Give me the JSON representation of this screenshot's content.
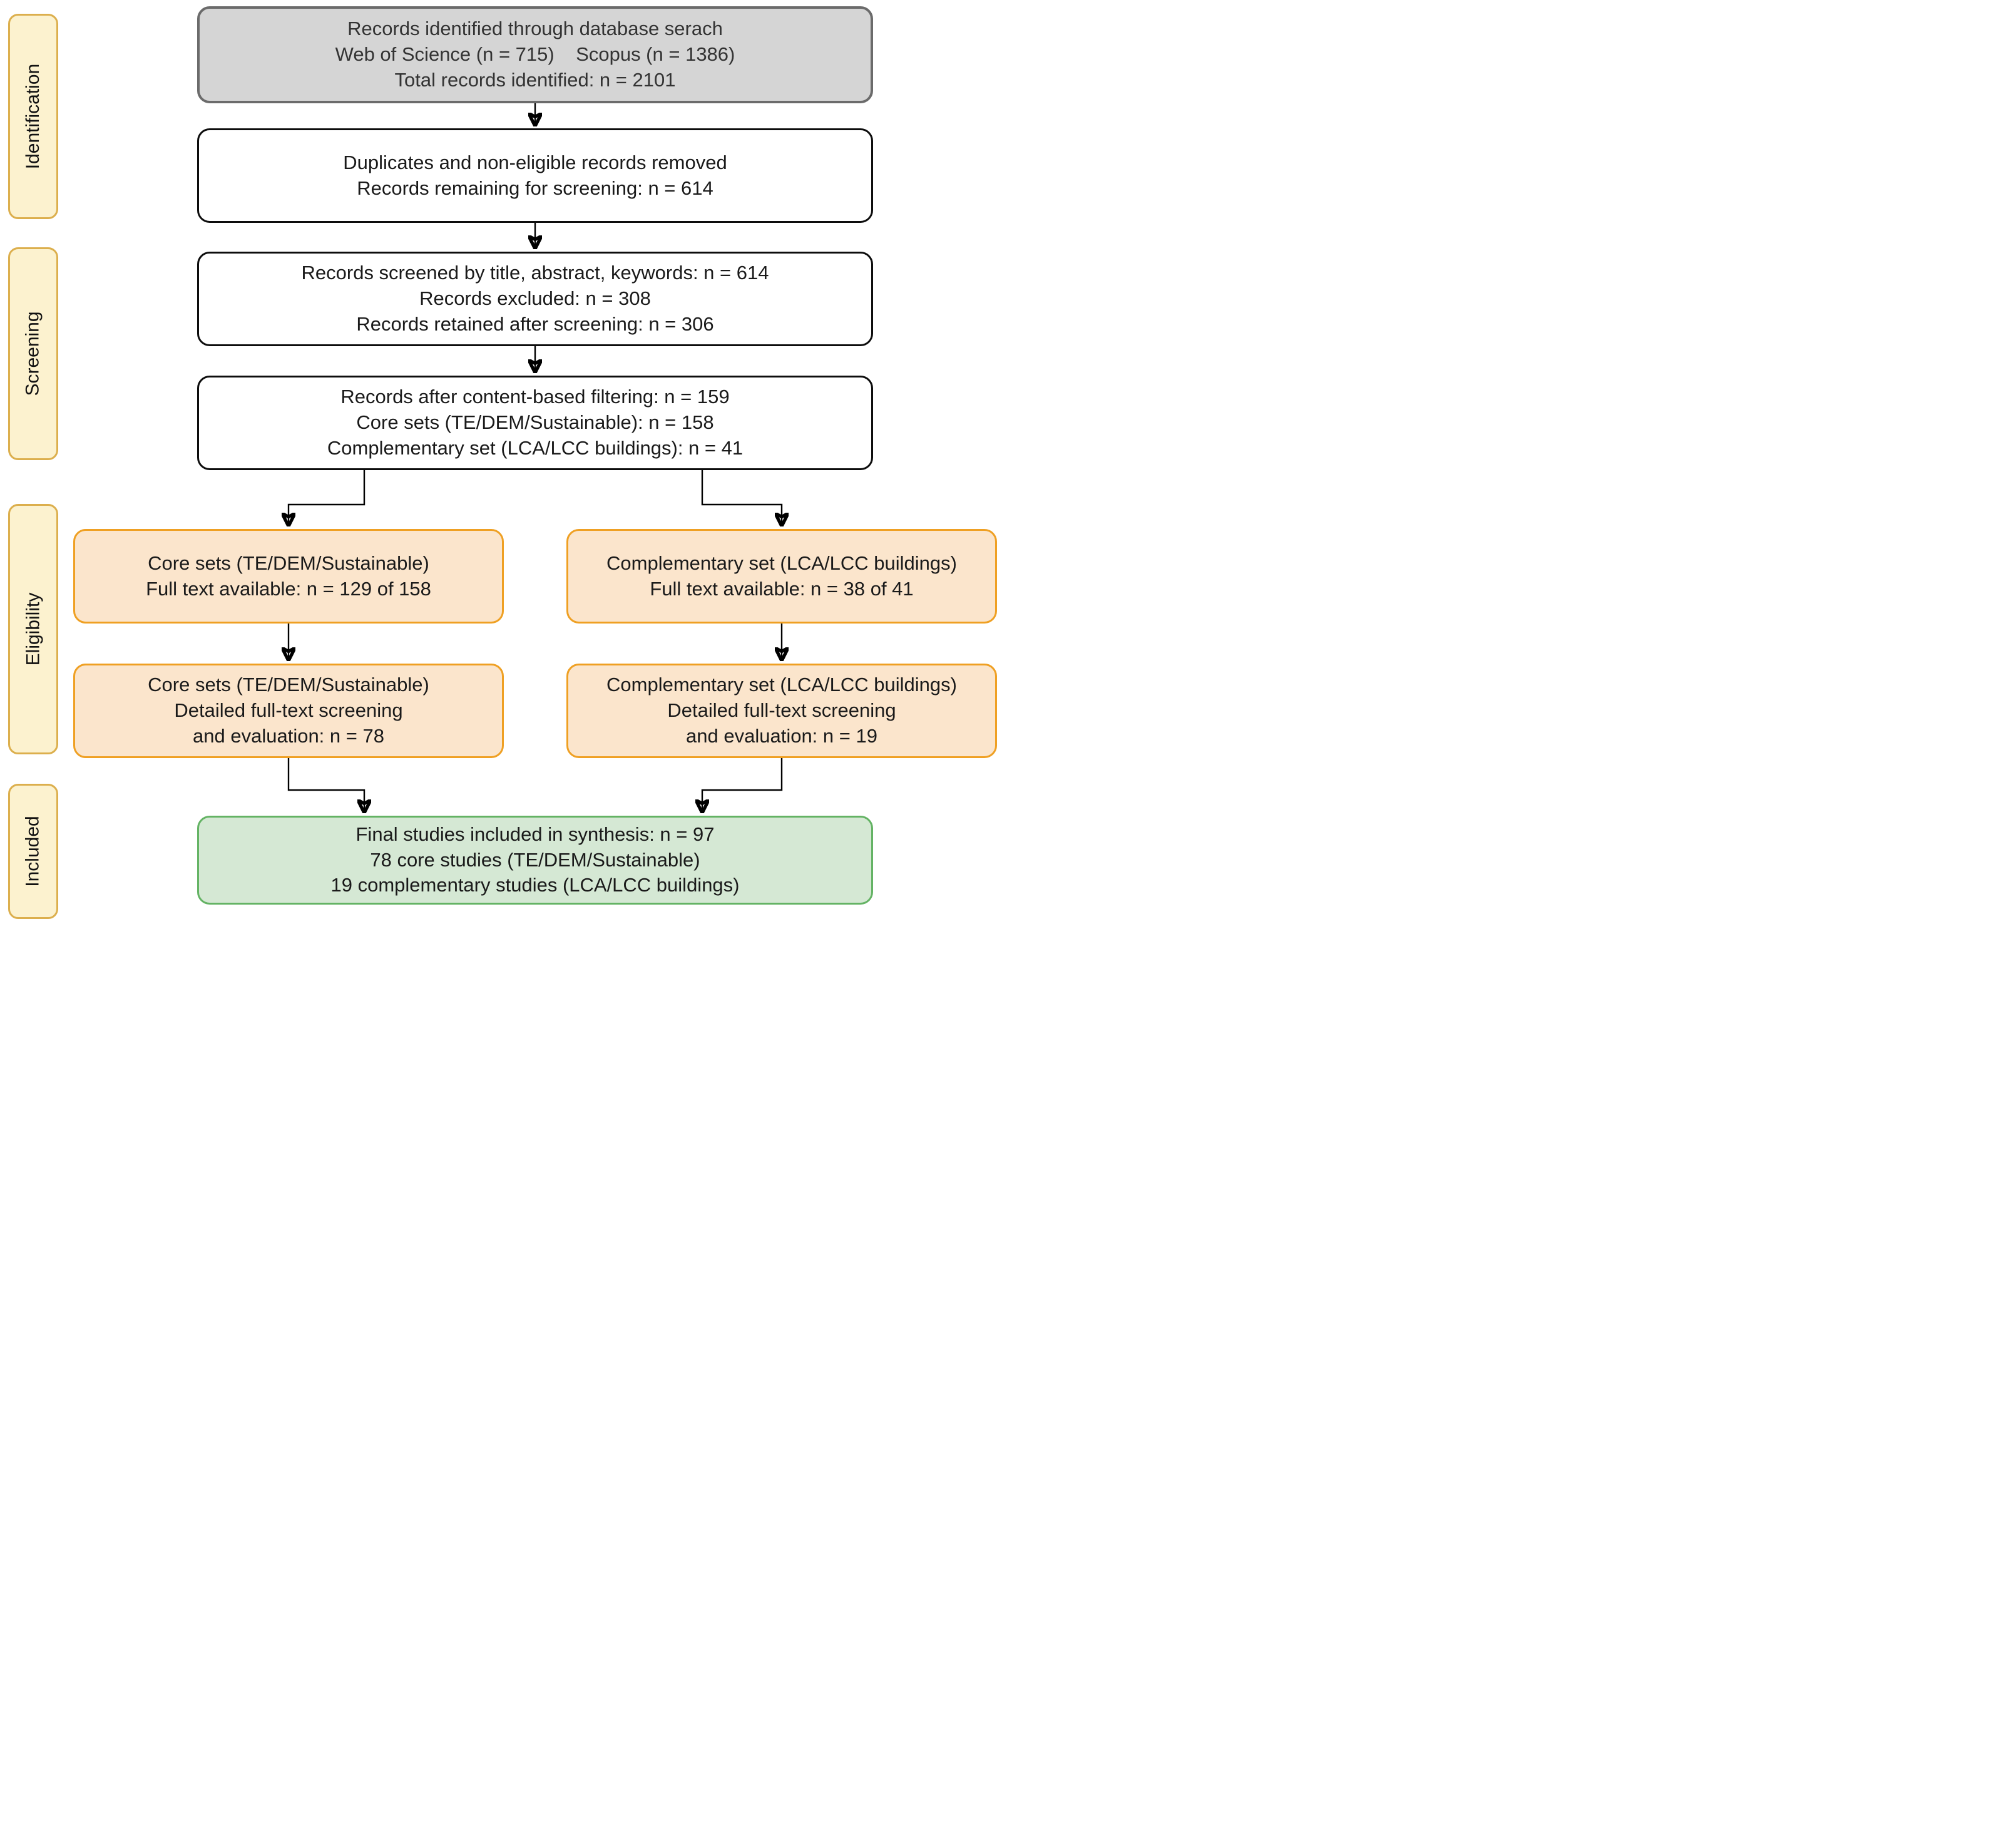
{
  "sidebar": {
    "items": [
      {
        "label": "Identification"
      },
      {
        "label": "Screening"
      },
      {
        "label": "Eligibility"
      },
      {
        "label": "Included"
      }
    ]
  },
  "flow": {
    "identified": {
      "lines": [
        "Records identified through database serach",
        "Web of Science (n = 715)    Scopus (n = 1386)",
        "Total records identified: n = 2101"
      ]
    },
    "duplicates": {
      "lines": [
        "Duplicates and non-eligible records removed",
        "Records remaining for screening: n = 614"
      ]
    },
    "screened": {
      "lines": [
        "Records screened by title, abstract, keywords: n = 614",
        "Records excluded: n = 308",
        "Records retained after screening: n = 306"
      ]
    },
    "filtered": {
      "lines": [
        "Records after content-based filtering: n = 159",
        "Core sets (TE/DEM/Sustainable): n = 158",
        "Complementary set (LCA/LCC buildings): n = 41"
      ]
    },
    "core_fulltext": {
      "lines": [
        "Core sets (TE/DEM/Sustainable)",
        "Full text available: n = 129 of 158"
      ]
    },
    "comp_fulltext": {
      "lines": [
        "Complementary set (LCA/LCC buildings)",
        "Full text available: n = 38 of 41"
      ]
    },
    "core_eval": {
      "lines": [
        "Core sets (TE/DEM/Sustainable)",
        "Detailed full-text screening",
        "and evaluation: n = 78"
      ]
    },
    "comp_eval": {
      "lines": [
        "Complementary set (LCA/LCC buildings)",
        "Detailed full-text screening",
        "and evaluation: n = 19"
      ]
    },
    "final": {
      "lines": [
        "Final studies included in synthesis: n = 97",
        "78 core studies (TE/DEM/Sustainable)",
        "19 complementary studies (LCA/LCC buildings)"
      ]
    }
  },
  "colors": {
    "gray_fill": "#d5d5d5",
    "gray_stroke": "#6b6b6b",
    "orange_fill": "#fbe5cc",
    "orange_stroke": "#efa023",
    "green_fill": "#d5e8d4",
    "green_stroke": "#64b364",
    "sidebar_fill": "#fcf2cf",
    "sidebar_stroke": "#dcaf4d",
    "arrow": "#000000"
  }
}
